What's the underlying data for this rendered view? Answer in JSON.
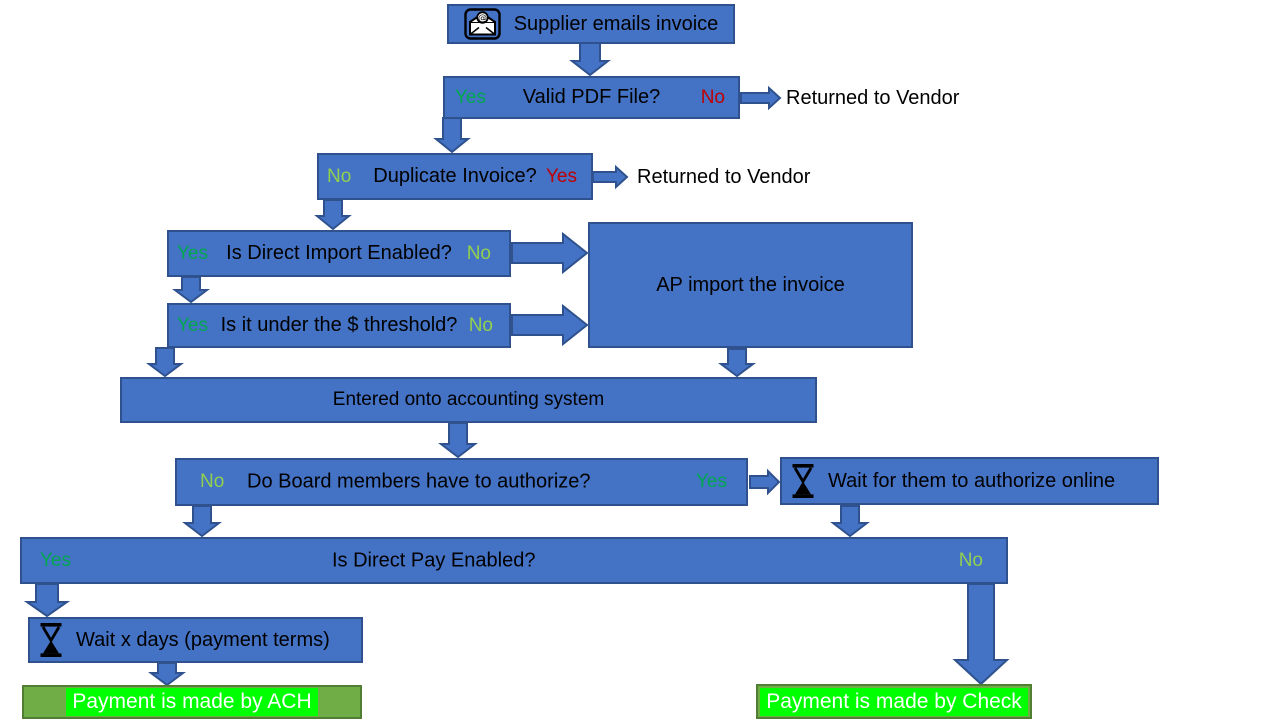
{
  "colors": {
    "box_fill": "#4472C4",
    "box_border": "#2F528F",
    "green_yes": "#00A650",
    "lime_no": "#92D050",
    "red_no": "#C00000",
    "end_fill": "#70AD47",
    "end_border": "#507E32",
    "highlight": "#00FF00"
  },
  "nodes": {
    "supplier": {
      "label": "Supplier emails invoice",
      "icon": "email-icon"
    },
    "valid_pdf": {
      "label": "Valid PDF File?",
      "yes": "Yes",
      "no": "No"
    },
    "returned_vendor_1": {
      "label": "Returned to Vendor"
    },
    "duplicate": {
      "label": "Duplicate Invoice?",
      "no": "No",
      "yes": "Yes"
    },
    "returned_vendor_2": {
      "label": "Returned to Vendor"
    },
    "direct_import": {
      "label": "Is Direct Import Enabled?",
      "yes": "Yes",
      "no": "No"
    },
    "threshold": {
      "label": "Is it under the $ threshold?",
      "yes": "Yes",
      "no": "No"
    },
    "ap_import": {
      "label": "AP import the invoice"
    },
    "entered": {
      "label": "Entered onto accounting system"
    },
    "board_auth": {
      "label": "Do Board members have to authorize?",
      "no": "No",
      "yes": "Yes"
    },
    "wait_auth": {
      "label": "Wait for them to authorize online",
      "icon": "hourglass-icon"
    },
    "direct_pay": {
      "label": "Is Direct Pay Enabled?",
      "yes": "Yes",
      "no": "No"
    },
    "wait_days": {
      "label": "Wait x days (payment terms)",
      "icon": "hourglass-icon"
    },
    "payment_ach": {
      "label": "Payment is made by ACH"
    },
    "payment_check": {
      "label": "Payment is made by Check"
    }
  }
}
